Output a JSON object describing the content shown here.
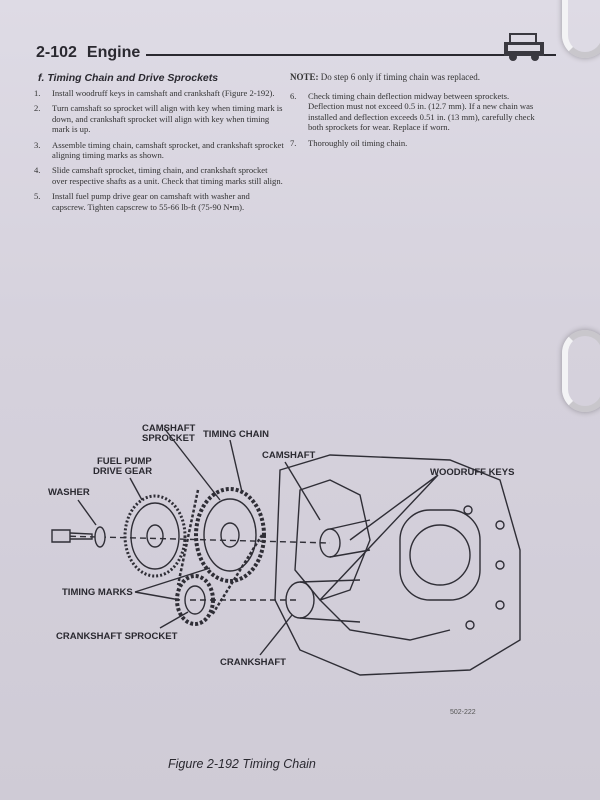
{
  "header": {
    "page_number": "2-102",
    "section": "Engine"
  },
  "left_column": {
    "heading": "f. Timing Chain and Drive Sprockets",
    "steps": [
      {
        "num": "1.",
        "text": "Install woodruff keys in camshaft and crankshaft (Figure 2-192)."
      },
      {
        "num": "2.",
        "text": "Turn camshaft so sprocket will align with key when timing mark is down, and crankshaft sprocket will align with key when timing mark is up."
      },
      {
        "num": "3.",
        "text": "Assemble timing chain, camshaft sprocket, and crankshaft sprocket aligning timing marks as shown."
      },
      {
        "num": "4.",
        "text": "Slide camshaft sprocket, timing chain, and crankshaft sprocket over respective shafts as a unit. Check that timing marks still align."
      },
      {
        "num": "5.",
        "text": "Install fuel pump drive gear on camshaft with washer and capscrew. Tighten capscrew to 55-66 lb-ft (75-90 N•m)."
      }
    ]
  },
  "right_column": {
    "note_label": "NOTE:",
    "note_text": " Do step 6 only if timing chain was replaced.",
    "steps": [
      {
        "num": "6.",
        "text": "Check timing chain deflection midway between sprockets. Deflection must not exceed 0.5 in. (12.7 mm). If a new chain was installed and deflection exceeds 0.51 in. (13 mm), carefully check both sprockets for wear. Replace if worn."
      },
      {
        "num": "7.",
        "text": "Thoroughly oil timing chain."
      }
    ]
  },
  "figure": {
    "labels": {
      "camshaft_sprocket_1": "CAMSHAFT",
      "camshaft_sprocket_2": "SPROCKET",
      "timing_chain": "TIMING CHAIN",
      "camshaft": "CAMSHAFT",
      "fuel_pump_1": "FUEL PUMP",
      "fuel_pump_2": "DRIVE GEAR",
      "woodruff_keys": "WOODRUFF KEYS",
      "washer": "WASHER",
      "timing_marks": "TIMING MARKS",
      "crankshaft_sprocket": "CRANKSHAFT SPROCKET",
      "crankshaft": "CRANKSHAFT"
    },
    "figure_number": "502-222",
    "caption": "Figure 2-192  Timing Chain"
  }
}
